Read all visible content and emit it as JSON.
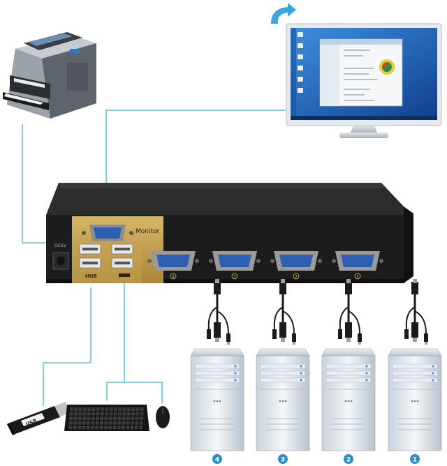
{
  "kvm": {
    "monitor_label": "Monitor",
    "hub_label": "HUB",
    "power_label": "DC5V",
    "ports": [
      "4",
      "3",
      "2",
      "1"
    ]
  },
  "usb_drive": {
    "label": "USB"
  },
  "servers": [
    "4",
    "3",
    "2",
    "1"
  ],
  "colors": {
    "connector_line": "#3fb6c8",
    "port_badge": "#2b8fc7",
    "vga_port": "#2e5fb0",
    "gold_panel": "#c9a550",
    "device_body": "#1f1f1f",
    "desktop_blue": "#1e63b8"
  },
  "icons": [
    "printer-icon",
    "monitor-icon",
    "refresh-arrow-icon",
    "kvm-switch",
    "server-tower-icon",
    "vga-cable-icon",
    "keyboard-icon",
    "mouse-icon",
    "usb-drive-icon"
  ]
}
